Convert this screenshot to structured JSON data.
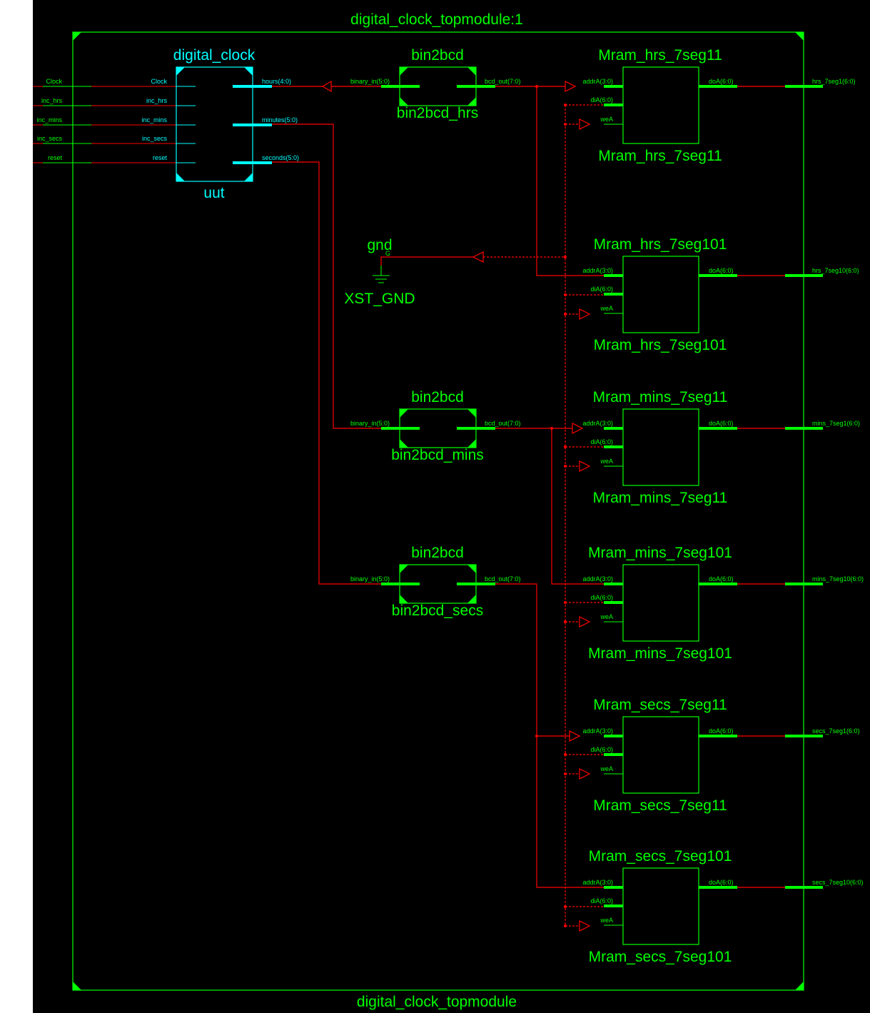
{
  "colors": {
    "background": "#000000",
    "module": "#00ff00",
    "selected": "#00ffff",
    "net": "#ff0000"
  },
  "top": {
    "instance_title": "digital_clock_topmodule:1",
    "module_name": "digital_clock_topmodule"
  },
  "top_inputs": [
    "Clock",
    "inc_hrs",
    "inc_mins",
    "inc_secs",
    "reset"
  ],
  "uut": {
    "type": "digital_clock",
    "instance": "uut",
    "inputs": [
      "Clock",
      "inc_hrs",
      "inc_mins",
      "inc_secs",
      "reset"
    ],
    "outputs": [
      "hours(4:0)",
      "minutes(5:0)",
      "seconds(5:0)"
    ]
  },
  "converters": [
    {
      "type": "bin2bcd",
      "instance": "bin2bcd_hrs",
      "in": "binary_in(5:0)",
      "out": "bcd_out(7:0)"
    },
    {
      "type": "bin2bcd",
      "instance": "bin2bcd_mins",
      "in": "binary_in(5:0)",
      "out": "bcd_out(7:0)"
    },
    {
      "type": "bin2bcd",
      "instance": "bin2bcd_secs",
      "in": "binary_in(5:0)",
      "out": "bcd_out(7:0)"
    }
  ],
  "rams": [
    {
      "name": "Mram_hrs_7seg11",
      "output": "hrs_7seg1(6:0)"
    },
    {
      "name": "Mram_hrs_7seg101",
      "output": "hrs_7seg10(6:0)"
    },
    {
      "name": "Mram_mins_7seg11",
      "output": "mins_7seg1(6:0)"
    },
    {
      "name": "Mram_mins_7seg101",
      "output": "mins_7seg10(6:0)"
    },
    {
      "name": "Mram_secs_7seg11",
      "output": "secs_7seg1(6:0)"
    },
    {
      "name": "Mram_secs_7seg101",
      "output": "secs_7seg10(6:0)"
    }
  ],
  "ram_pins": {
    "addr": "addrA(3:0)",
    "di": "diA(6:0)",
    "we": "weA",
    "do": "doA(6:0)"
  },
  "gnd": {
    "type": "gnd",
    "pin": "G",
    "instance": "XST_GND"
  }
}
